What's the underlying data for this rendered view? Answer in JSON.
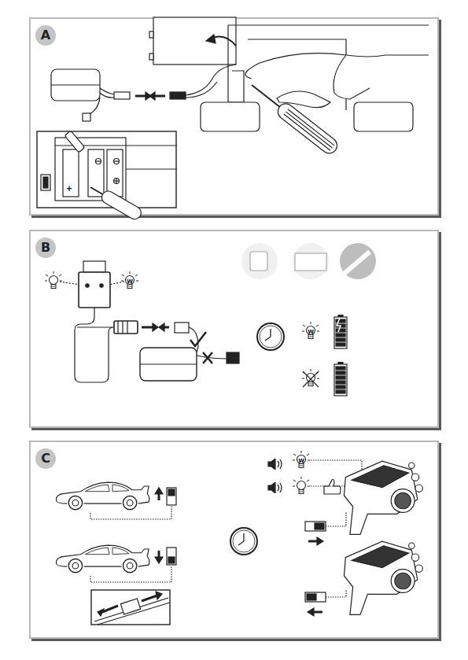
{
  "diagram": {
    "nodes": [
      {
        "text": [
          "A"
        ]
      },
      {
        "text": [
          "B"
        ]
      },
      {
        "text": [
          "C"
        ]
      }
    ],
    "labels": [
      "+",
      "W",
      "W",
      "W"
    ]
  }
}
